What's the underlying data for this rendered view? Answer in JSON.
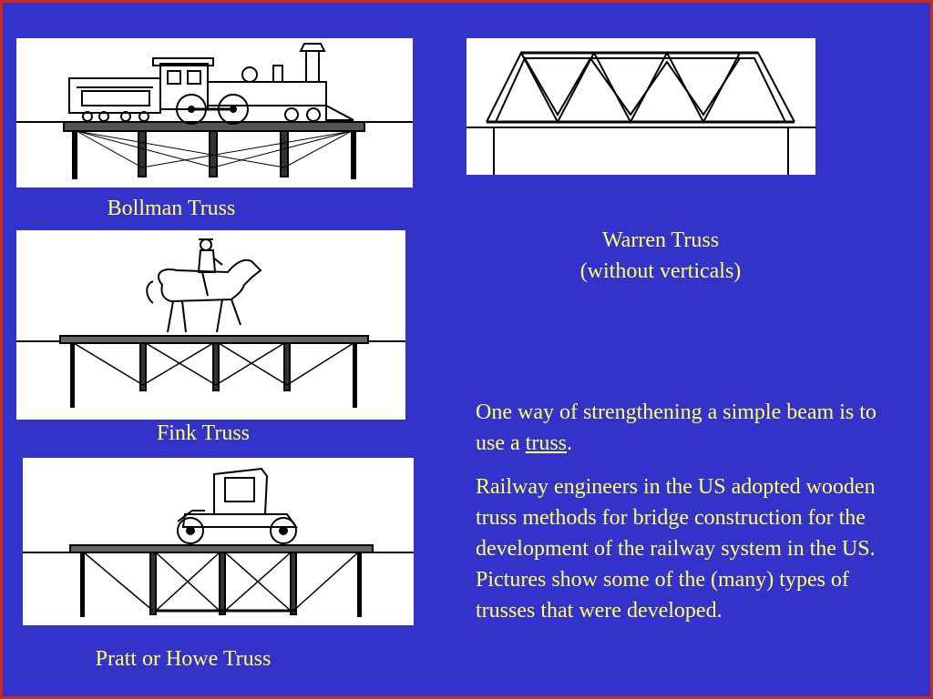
{
  "slide": {
    "colors": {
      "background": "#3333cc",
      "border": "#c8281e",
      "text": "#ffff66"
    },
    "figures": {
      "bollman": {
        "caption": "Bollman Truss",
        "icon": "locomotive-on-bollman-truss-icon"
      },
      "warren": {
        "caption_line1": "Warren Truss",
        "caption_line2": "(without verticals)",
        "icon": "warren-truss-icon"
      },
      "fink": {
        "caption": "Fink Truss",
        "icon": "horse-rider-on-fink-truss-icon"
      },
      "pratt": {
        "caption": "Pratt or Howe Truss",
        "icon": "car-on-pratt-truss-icon"
      }
    },
    "body": {
      "para1_before": "One way of strengthening a simple beam is to use a ",
      "para1_link": "truss",
      "para1_after": ".",
      "para2": "Railway engineers in the US adopted wooden truss methods for bridge construction for the development of the railway system in the US. Pictures show some of the (many) types of trusses that were developed."
    }
  }
}
